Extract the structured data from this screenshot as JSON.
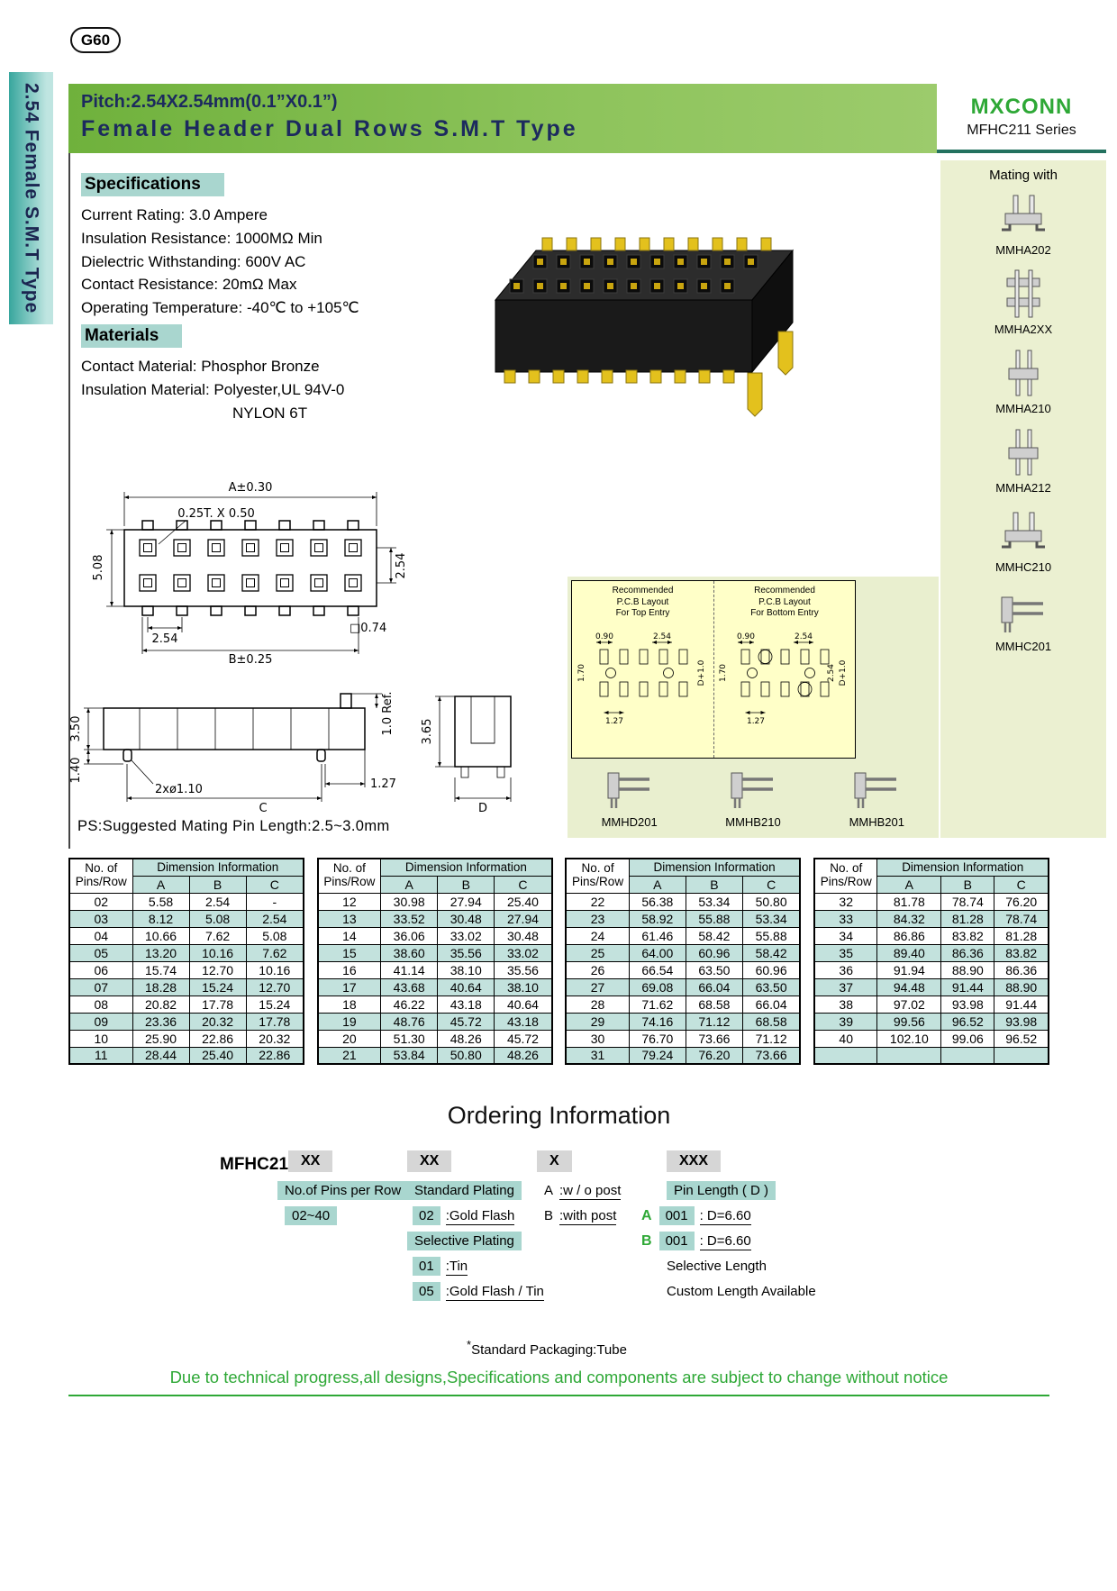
{
  "page": {
    "badge": "G60",
    "sidebar_text": "2.54 Female S.M.T Type",
    "footer_note": "Due to technical progress,all designs,Specifications and components are subject to change without notice"
  },
  "header": {
    "title_line1": "Pitch:2.54X2.54mm(0.1”X0.1”)",
    "title_line2": "Female Header Dual Rows S.M.T Type",
    "brand": "MXCONN",
    "series": "MFHC211 Series"
  },
  "specifications": {
    "heading": "Specifications",
    "items": [
      "Current Rating: 3.0 Ampere",
      "Insulation Resistance: 1000MΩ Min",
      "Dielectric Withstanding: 600V AC",
      "Contact Resistance: 20mΩ Max",
      "Operating Temperature: -40℃ to +105℃"
    ]
  },
  "materials": {
    "heading": "Materials",
    "items": [
      "Contact Material: Phosphor Bronze",
      "Insulation Material: Polyester,UL 94V-0"
    ],
    "item_indent": "NYLON 6T"
  },
  "mating": {
    "heading": "Mating with",
    "items": [
      {
        "label": "MMHA202",
        "icon": "smt-header-icon"
      },
      {
        "label": "MMHA2XX",
        "icon": "stacked-header-icon"
      },
      {
        "label": "MMHA210",
        "icon": "tall-header-icon"
      },
      {
        "label": "MMHA212",
        "icon": "tall-header-icon"
      },
      {
        "label": "MMHC210",
        "icon": "smt-header-icon"
      },
      {
        "label": "MMHC201",
        "icon": "right-angle-header-icon"
      }
    ],
    "bottom_items": [
      {
        "label": "MMHD201",
        "icon": "right-angle-header-icon"
      },
      {
        "label": "MMHB210",
        "icon": "right-angle-header-icon"
      },
      {
        "label": "MMHB201",
        "icon": "right-angle-header-icon"
      }
    ]
  },
  "drawing": {
    "top_view": {
      "dim_a": "A±0.30",
      "dim_pad": "0.25T. X 0.50",
      "dim_height": "5.08",
      "dim_row_pitch": "2.54",
      "dim_pitch": "2.54",
      "dim_pad_size": "□0.74",
      "dim_b": "B±0.25"
    },
    "side_view": {
      "dim_ref": "1.0 Ref.",
      "dim_body_h": "3.50",
      "dim_leg_h": "1.40",
      "dim_pin_d": "2xø1.10",
      "dim_c": "C",
      "dim_127": "1.27",
      "dim_365": "3.65",
      "dim_d": "D"
    },
    "ps_note": "PS:Suggested Mating Pin Length:2.5~3.0mm"
  },
  "pcb": {
    "top": {
      "line1": "Recommended",
      "line2": "P.C.B Layout",
      "line3": "For Top Entry"
    },
    "bottom": {
      "line1": "Recommended",
      "line2": "P.C.B Layout",
      "line3": "For Bottom Entry"
    },
    "dims": {
      "d090": "0.90",
      "d254": "2.54",
      "d170": "1.70",
      "d127": "1.27",
      "dd10": "D+1.0"
    }
  },
  "table": {
    "header": {
      "col1_l1": "No. of",
      "col1_l2": "Pins/Row",
      "span": "Dimension Information",
      "a": "A",
      "b": "B",
      "c": "C"
    },
    "groups": [
      {
        "rows": [
          [
            "02",
            "5.58",
            "2.54",
            "-"
          ],
          [
            "03",
            "8.12",
            "5.08",
            "2.54"
          ],
          [
            "04",
            "10.66",
            "7.62",
            "5.08"
          ],
          [
            "05",
            "13.20",
            "10.16",
            "7.62"
          ],
          [
            "06",
            "15.74",
            "12.70",
            "10.16"
          ],
          [
            "07",
            "18.28",
            "15.24",
            "12.70"
          ],
          [
            "08",
            "20.82",
            "17.78",
            "15.24"
          ],
          [
            "09",
            "23.36",
            "20.32",
            "17.78"
          ],
          [
            "10",
            "25.90",
            "22.86",
            "20.32"
          ],
          [
            "11",
            "28.44",
            "25.40",
            "22.86"
          ]
        ]
      },
      {
        "rows": [
          [
            "12",
            "30.98",
            "27.94",
            "25.40"
          ],
          [
            "13",
            "33.52",
            "30.48",
            "27.94"
          ],
          [
            "14",
            "36.06",
            "33.02",
            "30.48"
          ],
          [
            "15",
            "38.60",
            "35.56",
            "33.02"
          ],
          [
            "16",
            "41.14",
            "38.10",
            "35.56"
          ],
          [
            "17",
            "43.68",
            "40.64",
            "38.10"
          ],
          [
            "18",
            "46.22",
            "43.18",
            "40.64"
          ],
          [
            "19",
            "48.76",
            "45.72",
            "43.18"
          ],
          [
            "20",
            "51.30",
            "48.26",
            "45.72"
          ],
          [
            "21",
            "53.84",
            "50.80",
            "48.26"
          ]
        ]
      },
      {
        "rows": [
          [
            "22",
            "56.38",
            "53.34",
            "50.80"
          ],
          [
            "23",
            "58.92",
            "55.88",
            "53.34"
          ],
          [
            "24",
            "61.46",
            "58.42",
            "55.88"
          ],
          [
            "25",
            "64.00",
            "60.96",
            "58.42"
          ],
          [
            "26",
            "66.54",
            "63.50",
            "60.96"
          ],
          [
            "27",
            "69.08",
            "66.04",
            "63.50"
          ],
          [
            "28",
            "71.62",
            "68.58",
            "66.04"
          ],
          [
            "29",
            "74.16",
            "71.12",
            "68.58"
          ],
          [
            "30",
            "76.70",
            "73.66",
            "71.12"
          ],
          [
            "31",
            "79.24",
            "76.20",
            "73.66"
          ]
        ]
      },
      {
        "rows": [
          [
            "32",
            "81.78",
            "78.74",
            "76.20"
          ],
          [
            "33",
            "84.32",
            "81.28",
            "78.74"
          ],
          [
            "34",
            "86.86",
            "83.82",
            "81.28"
          ],
          [
            "35",
            "89.40",
            "86.36",
            "83.82"
          ],
          [
            "36",
            "91.94",
            "88.90",
            "86.36"
          ],
          [
            "37",
            "94.48",
            "91.44",
            "88.90"
          ],
          [
            "38",
            "97.02",
            "93.98",
            "91.44"
          ],
          [
            "39",
            "99.56",
            "96.52",
            "93.98"
          ],
          [
            "40",
            "102.10",
            "99.06",
            "96.52"
          ],
          [
            "",
            "",
            "",
            ""
          ]
        ]
      }
    ]
  },
  "ordering": {
    "title": "Ordering Information",
    "prefix": "MFHC211-",
    "box1": "XX",
    "box2": "XX",
    "box3": "X",
    "box4": "XXX",
    "col1": {
      "label": "No.of Pins per Row",
      "range": "02~40"
    },
    "col2": {
      "label": "Standard Plating",
      "opt1_code": "02",
      "opt1": ":Gold Flash",
      "label2": "Selective Plating",
      "opt2_code": "01",
      "opt2": ":Tin",
      "opt3_code": "05",
      "opt3": ":Gold Flash / Tin"
    },
    "col3": {
      "a": "A",
      "a_label": ":w / o post",
      "b": "B",
      "b_label": ":with post"
    },
    "col4": {
      "label": "Pin Length ( D )",
      "a": "A",
      "a_code": "001",
      "a_val": ": D=6.60",
      "b": "B",
      "b_code": "001",
      "b_val": ": D=6.60",
      "sel": "Selective Length",
      "custom": "Custom Length Available"
    },
    "pack_star": "*",
    "packaging": "Standard Packaging:Tube"
  }
}
